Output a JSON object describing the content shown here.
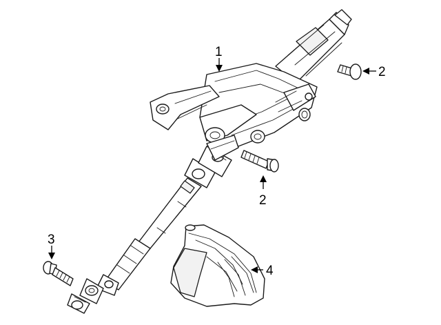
{
  "callouts": [
    {
      "id": "c1",
      "label": "1"
    },
    {
      "id": "c2a",
      "label": "2"
    },
    {
      "id": "c2b",
      "label": "2"
    },
    {
      "id": "c3",
      "label": "3"
    },
    {
      "id": "c4",
      "label": "4"
    }
  ],
  "parts": [
    {
      "callout": "1",
      "name": "steering-column-assembly"
    },
    {
      "callout": "2",
      "name": "column-mount-bolt-upper"
    },
    {
      "callout": "2",
      "name": "column-mount-bolt-lower"
    },
    {
      "callout": "3",
      "name": "intermediate-shaft-pinch-bolt"
    },
    {
      "callout": "4",
      "name": "column-boot-seal"
    }
  ],
  "colors": {
    "line": "#1a1a1a",
    "background": "#ffffff",
    "shade": "#f2f2f2"
  }
}
